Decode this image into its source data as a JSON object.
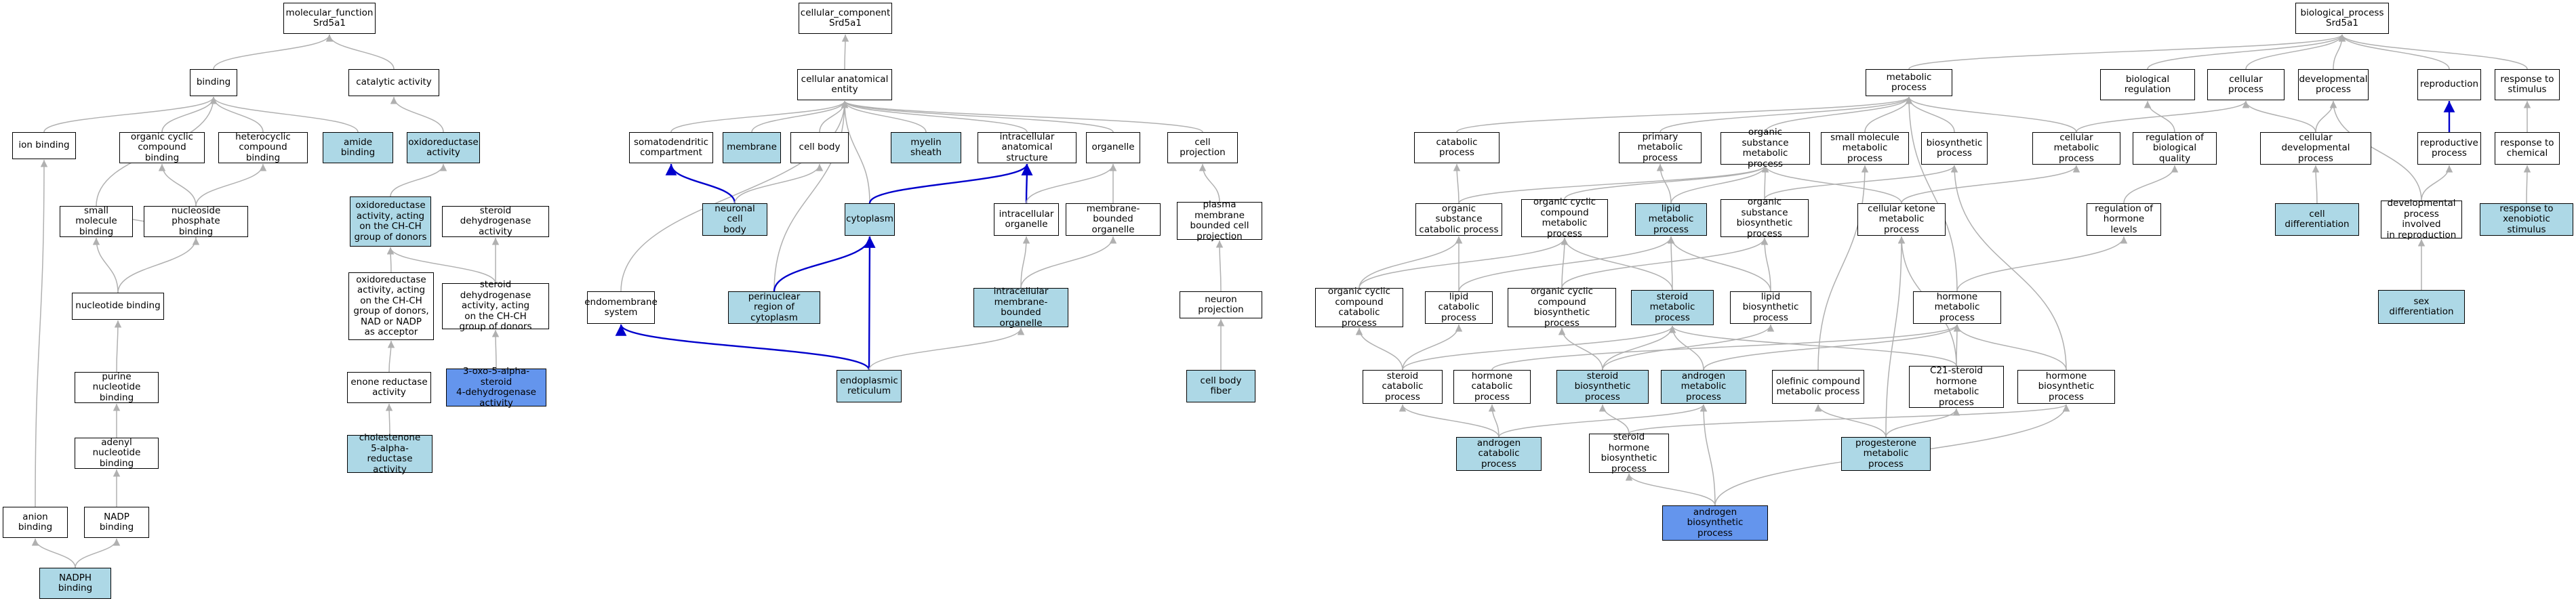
{
  "colors": {
    "plain": "#ffffff",
    "light": "#add8e6",
    "dark": "#6495ed",
    "edge_gray": "#b0b0b0",
    "edge_blue": "#0000cc"
  },
  "nodes": {
    "mf": {
      "label": "molecular_function\nSrd5a1",
      "style": "plain"
    },
    "cc": {
      "label": "cellular_component\nSrd5a1",
      "style": "plain"
    },
    "bp": {
      "label": "biological_process\nSrd5a1",
      "style": "plain"
    },
    "binding": {
      "label": "binding",
      "style": "plain"
    },
    "catact": {
      "label": "catalytic activity",
      "style": "plain"
    },
    "cae": {
      "label": "cellular anatomical\nentity",
      "style": "plain"
    },
    "ionb": {
      "label": "ion binding",
      "style": "plain"
    },
    "occb": {
      "label": "organic cyclic\ncompound binding",
      "style": "plain"
    },
    "hetb": {
      "label": "heterocyclic\ncompound binding",
      "style": "plain"
    },
    "amideb": {
      "label": "amide binding",
      "style": "light"
    },
    "oxred": {
      "label": "oxidoreductase\nactivity",
      "style": "light"
    },
    "somato": {
      "label": "somatodendritic\ncompartment",
      "style": "plain"
    },
    "membrane": {
      "label": "membrane",
      "style": "light"
    },
    "cellbody": {
      "label": "cell body",
      "style": "plain"
    },
    "myelin": {
      "label": "myelin sheath",
      "style": "light"
    },
    "ics": {
      "label": "intracellular anatomical structure",
      "style": "plain"
    },
    "organelle": {
      "label": "organelle",
      "style": "plain"
    },
    "cellproj": {
      "label": "cell projection",
      "style": "plain"
    },
    "smb": {
      "label": "small molecule\nbinding",
      "style": "plain"
    },
    "npb": {
      "label": "nucleoside phosphate\nbinding",
      "style": "plain"
    },
    "oxcc": {
      "label": "oxidoreductase\nactivity, acting\non the CH-CH\ngroup of donors",
      "style": "light"
    },
    "sdha": {
      "label": "steroid dehydrogenase\nactivity",
      "style": "plain"
    },
    "ncb": {
      "label": "neuronal cell\nbody",
      "style": "light"
    },
    "cyto": {
      "label": "cytoplasm",
      "style": "light"
    },
    "icorg": {
      "label": "intracellular\norganelle",
      "style": "plain"
    },
    "mbo": {
      "label": "membrane-bounded\norganelle",
      "style": "plain"
    },
    "pmbcp": {
      "label": "plasma membrane\nbounded cell\nprojection",
      "style": "plain"
    },
    "ntb": {
      "label": "nucleotide binding",
      "style": "plain"
    },
    "oxnad": {
      "label": "oxidoreductase\nactivity, acting\non the CH-CH\ngroup of donors,\nNAD or NADP\nas acceptor",
      "style": "plain"
    },
    "sdhcc": {
      "label": "steroid dehydrogenase\nactivity, acting\non the CH-CH\ngroup of donors",
      "style": "plain"
    },
    "endosys": {
      "label": "endomembrane\nsystem",
      "style": "plain"
    },
    "perinuc": {
      "label": "perinuclear\nregion of cytoplasm",
      "style": "light"
    },
    "icmbo": {
      "label": "intracellular\nmembrane-bounded\norganelle",
      "style": "light"
    },
    "neuproj": {
      "label": "neuron projection",
      "style": "plain"
    },
    "purb": {
      "label": "purine nucleotide\nbinding",
      "style": "plain"
    },
    "enone": {
      "label": "enone reductase\nactivity",
      "style": "plain"
    },
    "oxo5a": {
      "label": "3-oxo-5-alpha-steroid\n4-dehydrogenase\nactivity",
      "style": "dark"
    },
    "er": {
      "label": "endoplasmic\nreticulum",
      "style": "light"
    },
    "cbf": {
      "label": "cell body fiber",
      "style": "light"
    },
    "adenb": {
      "label": "adenyl nucleotide\nbinding",
      "style": "plain"
    },
    "chol": {
      "label": "cholestenone\n5-alpha-reductase\nactivity",
      "style": "light"
    },
    "anionb": {
      "label": "anion binding",
      "style": "plain"
    },
    "nadpb": {
      "label": "NADP binding",
      "style": "plain"
    },
    "nadphb": {
      "label": "NADPH binding",
      "style": "light"
    },
    "metab": {
      "label": "metabolic process",
      "style": "plain"
    },
    "bioreg": {
      "label": "biological regulation",
      "style": "plain"
    },
    "cellp": {
      "label": "cellular process",
      "style": "plain"
    },
    "devp": {
      "label": "developmental\nprocess",
      "style": "plain"
    },
    "repro": {
      "label": "reproduction",
      "style": "plain"
    },
    "rts": {
      "label": "response to\nstimulus",
      "style": "plain"
    },
    "catab": {
      "label": "catabolic process",
      "style": "plain"
    },
    "pmp": {
      "label": "primary metabolic\nprocess",
      "style": "plain"
    },
    "osmp": {
      "label": "organic substance\nmetabolic process",
      "style": "plain"
    },
    "smmp": {
      "label": "small molecule\nmetabolic process",
      "style": "plain"
    },
    "biosyn": {
      "label": "biosynthetic\nprocess",
      "style": "plain"
    },
    "cmp": {
      "label": "cellular metabolic\nprocess",
      "style": "plain"
    },
    "rbq": {
      "label": "regulation of\nbiological quality",
      "style": "plain"
    },
    "cdp": {
      "label": "cellular developmental\nprocess",
      "style": "plain"
    },
    "rep": {
      "label": "reproductive\nprocess",
      "style": "plain"
    },
    "rtc": {
      "label": "response to\nchemical",
      "style": "plain"
    },
    "oscp": {
      "label": "organic substance\ncatabolic process",
      "style": "plain"
    },
    "occmp": {
      "label": "organic cyclic\ncompound metabolic\nprocess",
      "style": "plain"
    },
    "lmp": {
      "label": "lipid metabolic\nprocess",
      "style": "light"
    },
    "osbp": {
      "label": "organic substance\nbiosynthetic\nprocess",
      "style": "plain"
    },
    "ckmp": {
      "label": "cellular ketone\nmetabolic process",
      "style": "plain"
    },
    "rhl": {
      "label": "regulation of\nhormone levels",
      "style": "plain"
    },
    "celldiff": {
      "label": "cell differentiation",
      "style": "light"
    },
    "dpir": {
      "label": "developmental\nprocess involved\nin reproduction",
      "style": "plain"
    },
    "rxs": {
      "label": "response to\nxenobiotic stimulus",
      "style": "light"
    },
    "occcp": {
      "label": "organic cyclic\ncompound catabolic\nprocess",
      "style": "plain"
    },
    "lcp": {
      "label": "lipid catabolic\nprocess",
      "style": "plain"
    },
    "occbp": {
      "label": "organic cyclic\ncompound biosynthetic\nprocess",
      "style": "plain"
    },
    "stmp": {
      "label": "steroid metabolic\nprocess",
      "style": "light"
    },
    "lbp": {
      "label": "lipid biosynthetic\nprocess",
      "style": "plain"
    },
    "hmp": {
      "label": "hormone metabolic\nprocess",
      "style": "plain"
    },
    "sexdiff": {
      "label": "sex differentiation",
      "style": "light"
    },
    "stcp": {
      "label": "steroid catabolic\nprocess",
      "style": "plain"
    },
    "hcp": {
      "label": "hormone catabolic\nprocess",
      "style": "plain"
    },
    "stbp": {
      "label": "steroid biosynthetic\nprocess",
      "style": "light"
    },
    "amp": {
      "label": "androgen metabolic\nprocess",
      "style": "light"
    },
    "ocmp": {
      "label": "olefinic compound\nmetabolic process",
      "style": "plain"
    },
    "c21": {
      "label": "C21-steroid\nhormone metabolic\nprocess",
      "style": "plain"
    },
    "hbp": {
      "label": "hormone biosynthetic\nprocess",
      "style": "plain"
    },
    "acp": {
      "label": "androgen catabolic\nprocess",
      "style": "light"
    },
    "shbp": {
      "label": "steroid hormone\nbiosynthetic\nprocess",
      "style": "plain"
    },
    "pmp2": {
      "label": "progesterone\nmetabolic process",
      "style": "light"
    },
    "abp": {
      "label": "androgen biosynthetic\nprocess",
      "style": "dark"
    }
  }
}
